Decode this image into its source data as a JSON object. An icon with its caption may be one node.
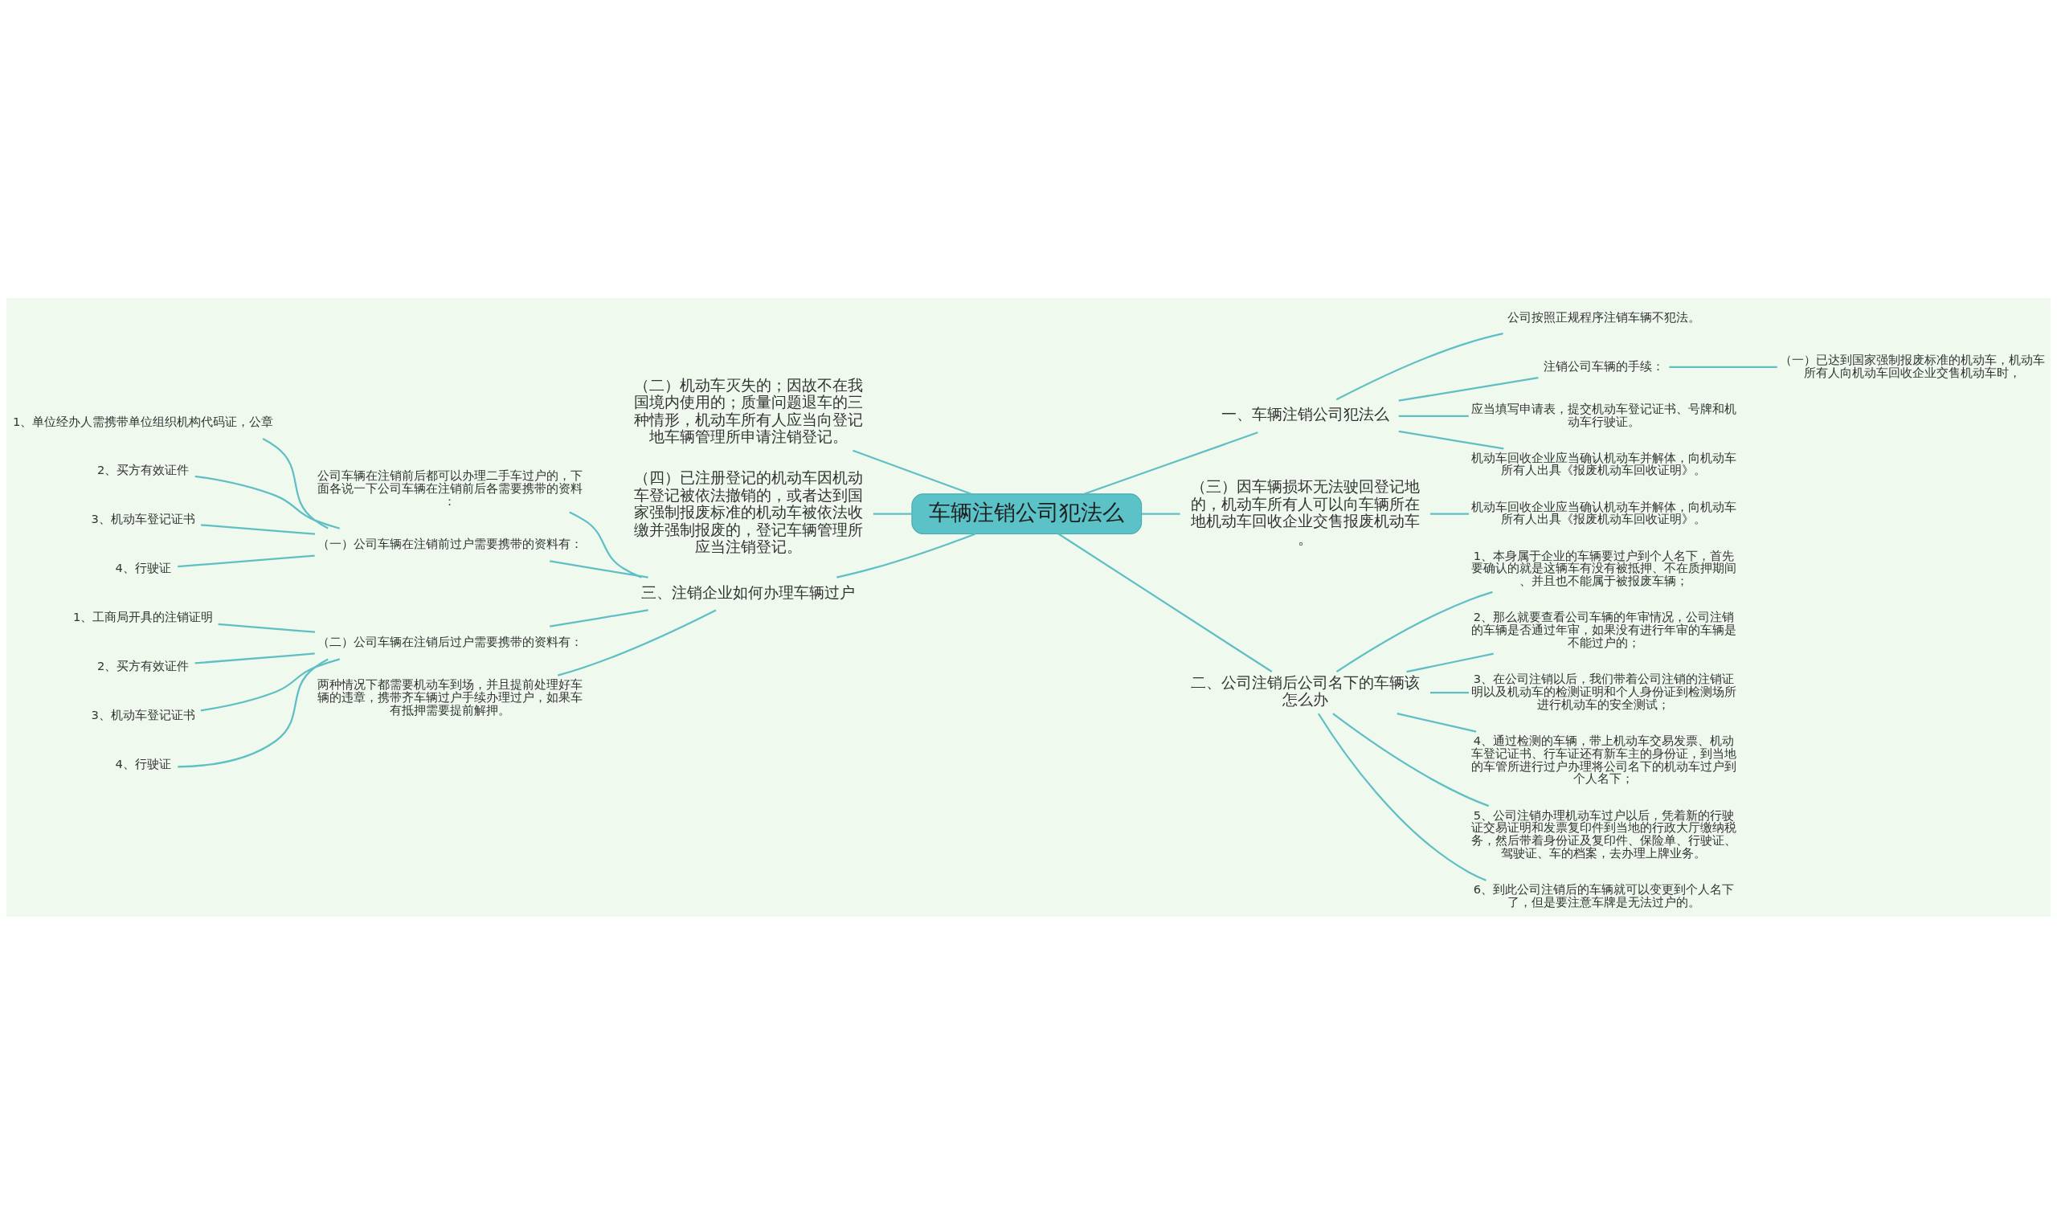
{
  "diagram": {
    "nodes": [
      {
        "text": [
          "车辆注销公司犯法么"
        ]
      },
      {
        "text": [
          "一、车辆注销公司犯法么"
        ]
      },
      {
        "text": [
          "公司按照正规程序注销车辆不犯法。"
        ]
      },
      {
        "text": [
          "注销公司车辆的手续："
        ]
      },
      {
        "text": [
          "（一）已达到国家强制报废标准的机动车，机动车所有人向机动车回收企业交售机动车时，"
        ]
      },
      {
        "text": [
          "应当填写申请表，提交机动车登记证书、号牌和机动车行驶证。"
        ]
      },
      {
        "text": [
          "机动车回收企业应当确认机动车并解体，向机动车所有人出具《报废机动车回收证明》。"
        ]
      },
      {
        "text": [
          "（三）因车辆损坏无法驶回登记地的，机动车所有人可以向车辆所在地机动车回收企业交售报废机动车。"
        ]
      },
      {
        "text": [
          "机动车回收企业应当确认机动车并解体，向机动车所有人出具《报废机动车回收证明》。"
        ]
      },
      {
        "text": [
          "二、公司注销后公司名下的车辆该怎么办"
        ]
      },
      {
        "text": [
          "1、本身属于企业的车辆要过户到个人名下，首先要确认的就是这辆车有没有被抵押、不在质押期间、并且也不能属于被报废车辆；"
        ]
      },
      {
        "text": [
          "2、那么就要查看公司车辆的年审情况，公司注销的车辆是否通过年审，如果没有进行年审的车辆是不能过户的；"
        ]
      },
      {
        "text": [
          "3、在公司注销以后，我们带着公司注销的注销证明以及机动车的检测证明和个人身份证到检测场所进行机动车的安全测试；"
        ]
      },
      {
        "text": [
          "4、通过检测的车辆，带上机动车交易发票、机动车登记证书、行车证还有新车主的身份证，到当地的车管所进行过户办理将公司名下的机动车过户到个人名下；"
        ]
      },
      {
        "text": [
          "5、公司注销办理机动车过户以后，凭着新的行驶证交易证明和发票复印件到当地的行政大厅缴纳税务，然后带着身份证及复印件、保险单、行驶证、驾驶证、车的档案，去办理上牌业务。"
        ]
      },
      {
        "text": [
          "6、到此公司注销后的车辆就可以变更到个人名下了，但是要注意车牌是无法过户的。"
        ]
      },
      {
        "text": [
          "（二）机动车灭失的；因故不在我国境内使用的；质量问题退车的三种情形，机动车所有人应当向登记地车辆管理所申请注销登记。"
        ]
      },
      {
        "text": [
          "（四）已注册登记的机动车因机动车登记被依法撤销的，或者达到国家强制报废标准的机动车被依法收缴并强制报废的，登记车辆管理所应当注销登记。"
        ]
      },
      {
        "text": [
          "三、注销企业如何办理车辆过户"
        ]
      },
      {
        "text": [
          "公司车辆在注销前后都可以办理二手车过户的，下面各说一下公司车辆在注销前后各需要携带的资料："
        ]
      },
      {
        "text": [
          "（一）公司车辆在注销前过户需要携带的资料有："
        ]
      },
      {
        "text": [
          "1、单位经办人需携带单位组织机构代码证，公章"
        ]
      },
      {
        "text": [
          "2、买方有效证件"
        ]
      },
      {
        "text": [
          "3、机动车登记证书"
        ]
      },
      {
        "text": [
          "4、行驶证"
        ]
      },
      {
        "text": [
          "（二）公司车辆在注销后过户需要携带的资料有："
        ]
      },
      {
        "text": [
          "1、工商局开具的注销证明"
        ]
      },
      {
        "text": [
          "2、买方有效证件"
        ]
      },
      {
        "text": [
          "3、机动车登记证书"
        ]
      },
      {
        "text": [
          "4、行驶证"
        ]
      },
      {
        "text": [
          "两种情况下都需要机动车到场，并且提前处理好车辆的违章，携带齐车辆过户手续办理过户，如果车有抵押需要提前解押。"
        ]
      }
    ],
    "edges": [
      {
        "from": 0,
        "to": 1,
        "arrow": "none"
      },
      {
        "from": 1,
        "to": 2,
        "arrow": "none"
      },
      {
        "from": 1,
        "to": 3,
        "arrow": "none"
      },
      {
        "from": 3,
        "to": 4,
        "arrow": "none"
      },
      {
        "from": 1,
        "to": 5,
        "arrow": "none"
      },
      {
        "from": 1,
        "to": 6,
        "arrow": "none"
      },
      {
        "from": 0,
        "to": 7,
        "arrow": "none"
      },
      {
        "from": 7,
        "to": 8,
        "arrow": "none"
      },
      {
        "from": 0,
        "to": 9,
        "arrow": "none"
      },
      {
        "from": 9,
        "to": 10,
        "arrow": "none"
      },
      {
        "from": 9,
        "to": 11,
        "arrow": "none"
      },
      {
        "from": 9,
        "to": 12,
        "arrow": "none"
      },
      {
        "from": 9,
        "to": 13,
        "arrow": "none"
      },
      {
        "from": 9,
        "to": 14,
        "arrow": "none"
      },
      {
        "from": 9,
        "to": 15,
        "arrow": "none"
      },
      {
        "from": 16,
        "to": 0,
        "arrow": "none"
      },
      {
        "from": 17,
        "to": 0,
        "arrow": "none"
      },
      {
        "from": 18,
        "to": 0,
        "arrow": "none"
      },
      {
        "from": 19,
        "to": 18,
        "arrow": "none"
      },
      {
        "from": 20,
        "to": 18,
        "arrow": "none"
      },
      {
        "from": 21,
        "to": 20,
        "arrow": "none"
      },
      {
        "from": 22,
        "to": 20,
        "arrow": "none"
      },
      {
        "from": 23,
        "to": 20,
        "arrow": "none"
      },
      {
        "from": 24,
        "to": 20,
        "arrow": "none"
      },
      {
        "from": 25,
        "to": 18,
        "arrow": "none"
      },
      {
        "from": 26,
        "to": 25,
        "arrow": "none"
      },
      {
        "from": 27,
        "to": 25,
        "arrow": "none"
      },
      {
        "from": 28,
        "to": 25,
        "arrow": "none"
      },
      {
        "from": 29,
        "to": 25,
        "arrow": "none"
      },
      {
        "from": 30,
        "to": 18,
        "arrow": "none"
      }
    ]
  }
}
